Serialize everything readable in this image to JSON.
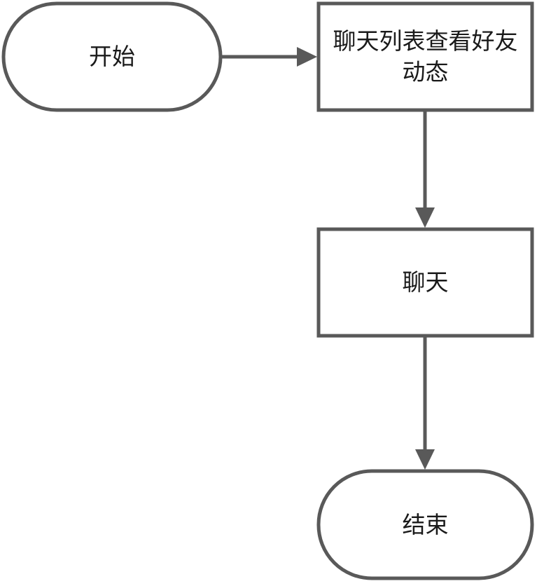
{
  "diagram": {
    "colors": {
      "stroke": "#595959",
      "fill": "#ffffff",
      "text": "#1a1a1a"
    },
    "nodes": {
      "start": {
        "label": "开始",
        "shape": "terminal"
      },
      "view_friend_feed": {
        "label": "聊天列表查看好友动态",
        "shape": "process"
      },
      "chat": {
        "label": "聊天",
        "shape": "process"
      },
      "end": {
        "label": "结束",
        "shape": "terminal"
      }
    },
    "edges": [
      {
        "from": "start",
        "to": "view_friend_feed"
      },
      {
        "from": "view_friend_feed",
        "to": "chat"
      },
      {
        "from": "chat",
        "to": "end"
      }
    ]
  }
}
